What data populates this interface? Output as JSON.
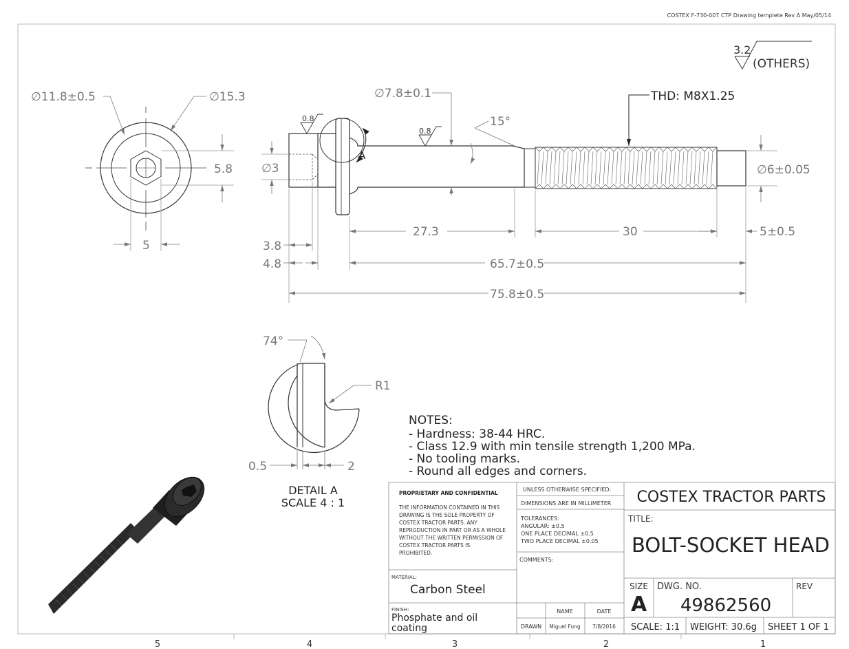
{
  "header": {
    "template_note": "COSTEX F-730-007 CTP Drawing templete Rev A May/05/14"
  },
  "surface_finish": {
    "value": "3.2",
    "label": "(OTHERS)"
  },
  "end_view": {
    "dia_inner": "∅11.8±0.5",
    "dia_outer": "∅15.3",
    "hex_height": "5.8",
    "hex_width": "5"
  },
  "side_view": {
    "head_dia": "∅7.8±0.1",
    "chamfer_angle": "15°",
    "finish_head": "0.8",
    "finish_shank": "0.8",
    "thread": "THD: M8X1.25",
    "socket_dia": "∅3",
    "pin_dia": "∅6±0.05",
    "detail_callout": "A",
    "len_shank": "27.3",
    "len_thread": "30",
    "len_pin": "5±0.5",
    "head_depth_1": "3.8",
    "head_depth_2": "4.8",
    "len_under_head": "65.7±0.5",
    "len_overall": "75.8±0.5"
  },
  "detail_view": {
    "angle": "74°",
    "radius": "R1",
    "dim_left": "0.5",
    "dim_right": "2",
    "title": "DETAIL A",
    "scale": "SCALE 4 : 1"
  },
  "notes": {
    "heading": "NOTES:",
    "items": [
      "- Hardness: 38-44 HRC.",
      "- Class 12.9 with min tensile strength 1,200 MPa.",
      "- No tooling marks.",
      "- Round all edges and corners."
    ]
  },
  "title_block": {
    "proprietary_heading": "PROPRIETARY AND CONFIDENTIAL",
    "proprietary_lines": [
      "THE INFORMATION CONTAINED IN THIS",
      "DRAWING IS THE SOLE PROPERTY OF",
      "COSTEX TRACTOR PARTS.  ANY",
      "REPRODUCTION IN PART OR AS A WHOLE",
      "WITHOUT THE WRITTEN PERMISSION OF",
      "COSTEX TRACTOR PARTS IS",
      "PROHIBITED."
    ],
    "unless": "UNLESS OTHERWISE SPECIFIED:",
    "dimensions": "DIMENSIONS ARE IN MILLIMETER",
    "tol_heading": "TOLERANCES:",
    "tol_angular": "ANGULAR: ±0.5",
    "tol_one": "ONE PLACE DECIMAL  ±0.5",
    "tol_two": "TWO PLACE DECIMAL  ±0.05",
    "comments_label": "COMMENTS:",
    "material_label": "MATERIAL:",
    "material": "Carbon Steel",
    "finish_label": "FINISH:",
    "finish_line1": "Phosphate and oil",
    "finish_line2": "coating",
    "name_header": "NAME",
    "date_header": "DATE",
    "drawn_label": "DRAWN",
    "drawn_name": "Miguel Fung",
    "drawn_date": "7/8/2016",
    "company": "COSTEX TRACTOR PARTS",
    "title_label": "TITLE:",
    "title": "BOLT-SOCKET HEAD",
    "size_label": "SIZE",
    "size": "A",
    "dwg_label": "DWG.  NO.",
    "dwg_no": "49862560",
    "rev_label": "REV",
    "scale": "SCALE: 1:1",
    "weight": "WEIGHT: 30.6g",
    "sheet": "SHEET 1 OF 1"
  },
  "zones": [
    "5",
    "4",
    "3",
    "2",
    "1"
  ]
}
